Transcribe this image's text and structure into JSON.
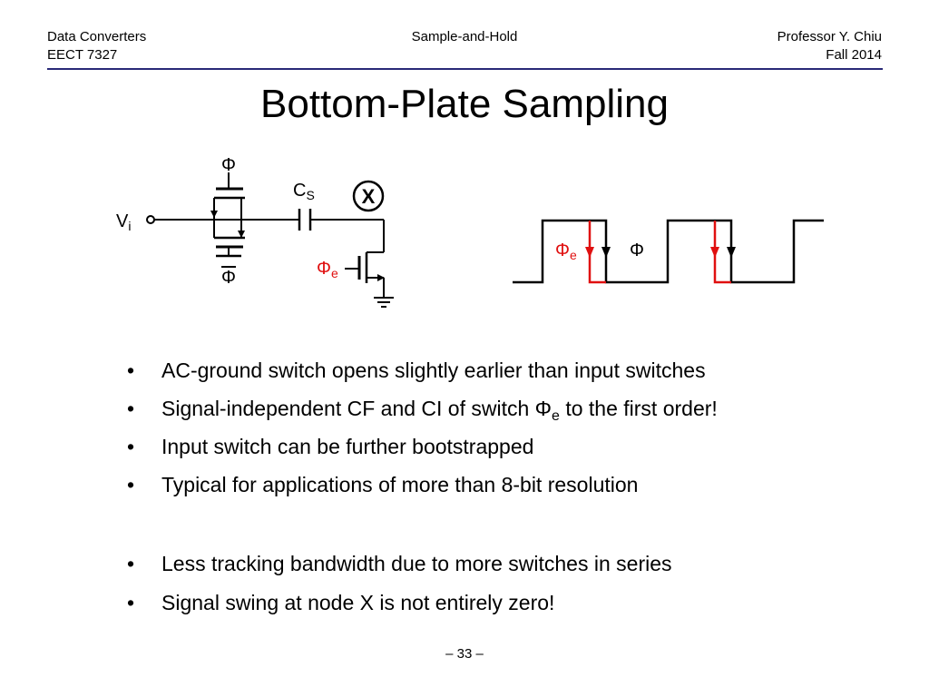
{
  "header": {
    "course": "Data Converters",
    "course_code": "EECT 7327",
    "topic": "Sample-and-Hold",
    "instructor": "Professor Y. Chiu",
    "term": "Fall 2014"
  },
  "slide": {
    "title": "Bottom-Plate Sampling",
    "page_number": "– 33 –"
  },
  "circuit": {
    "phi_top": "Φ",
    "phi_bottom": "Φ",
    "vin_main": "V",
    "vin_sub": "i",
    "cap_main": "C",
    "cap_sub": "S",
    "node_label": "X",
    "phie_main": "Φ",
    "phie_sub": "e"
  },
  "timing": {
    "phie_main": "Φ",
    "phie_sub": "e",
    "phi_label": "Φ",
    "colors": {
      "phi": "#000000",
      "phie": "#e01010"
    }
  },
  "bullets": [
    {
      "text": "AC-ground switch opens slightly earlier than input switches"
    },
    {
      "pre": "Signal-independent CF and CI of switch Φ",
      "sub": "e",
      "post": " to the first order!"
    },
    {
      "text": "Input switch can be further bootstrapped"
    },
    {
      "text": "Typical for applications of more than 8-bit resolution"
    },
    {
      "text": "Less tracking bandwidth due to more switches in series"
    },
    {
      "text": "Signal swing at node X is not entirely zero!"
    }
  ]
}
